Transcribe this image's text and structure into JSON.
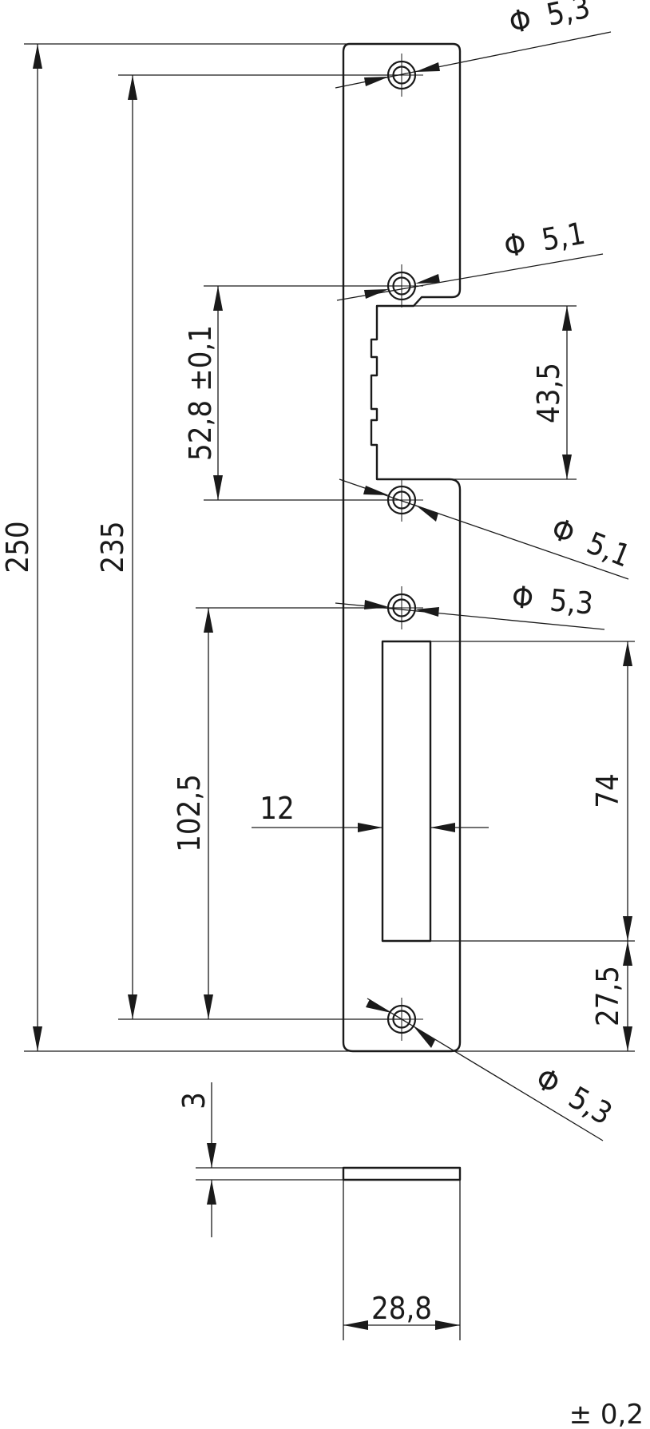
{
  "drawing": {
    "overall_length": "250",
    "outer_hole_span": "235",
    "upper_hole_spacing": "52,8 ±0,1",
    "lower_hole_offset": "102,5",
    "recess_height": "43,5",
    "slot_height": "74",
    "slot_bottom_offset": "27,5",
    "slot_width": "12",
    "plate_thickness": "3",
    "plate_width": "28,8",
    "hole_top_diameter": "5,3",
    "hole_upper_middle_diameter": "5,1",
    "hole_lower_middle_diameter": "5,1",
    "hole_middle_diameter": "5,3",
    "hole_bottom_diameter": "5,3",
    "diameter_symbol": "Φ",
    "general_tolerance": "± 0,2"
  }
}
